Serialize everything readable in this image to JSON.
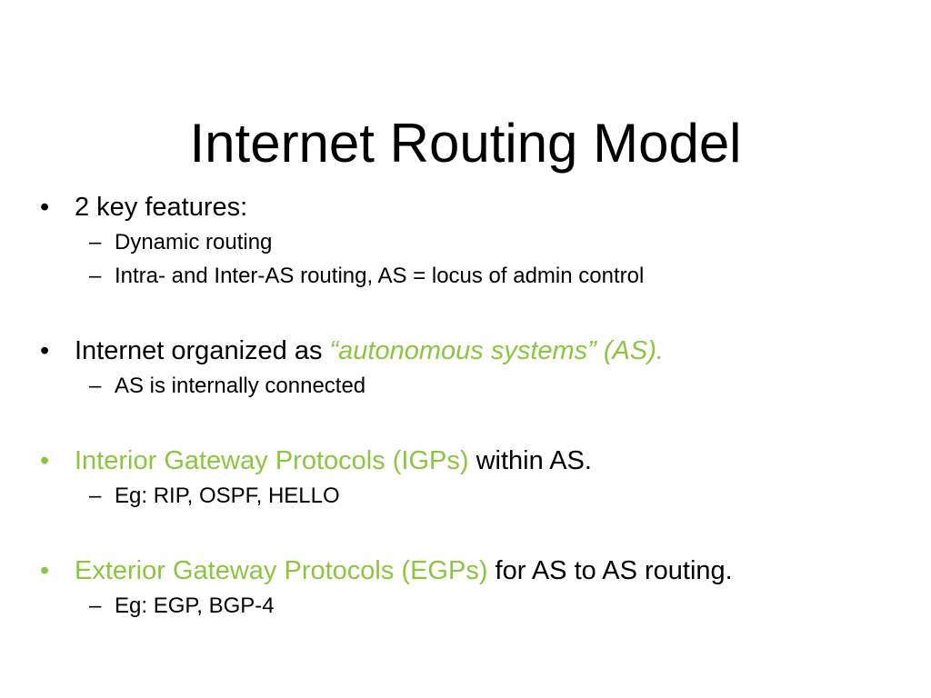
{
  "slide": {
    "title": "Internet Routing Model",
    "bullet_char": "•",
    "dash_char": "–",
    "accent_color": "#8cc63e",
    "bullets": [
      {
        "text": "2 key features:",
        "subs": [
          "Dynamic routing",
          "Intra- and Inter-AS routing, AS = locus of admin control"
        ]
      },
      {
        "text": "Internet organized as ",
        "highlight": "“autonomous systems” (AS).",
        "subs": [
          "AS is internally connected"
        ]
      },
      {
        "highlight": "Interior Gateway Protocols (IGPs)",
        "text": " within AS.",
        "subs": [
          "Eg: RIP, OSPF, HELLO"
        ]
      },
      {
        "highlight": "Exterior Gateway Protocols (EGPs)",
        "text": " for AS to AS routing.",
        "subs": [
          "Eg: EGP, BGP-4"
        ]
      }
    ]
  }
}
